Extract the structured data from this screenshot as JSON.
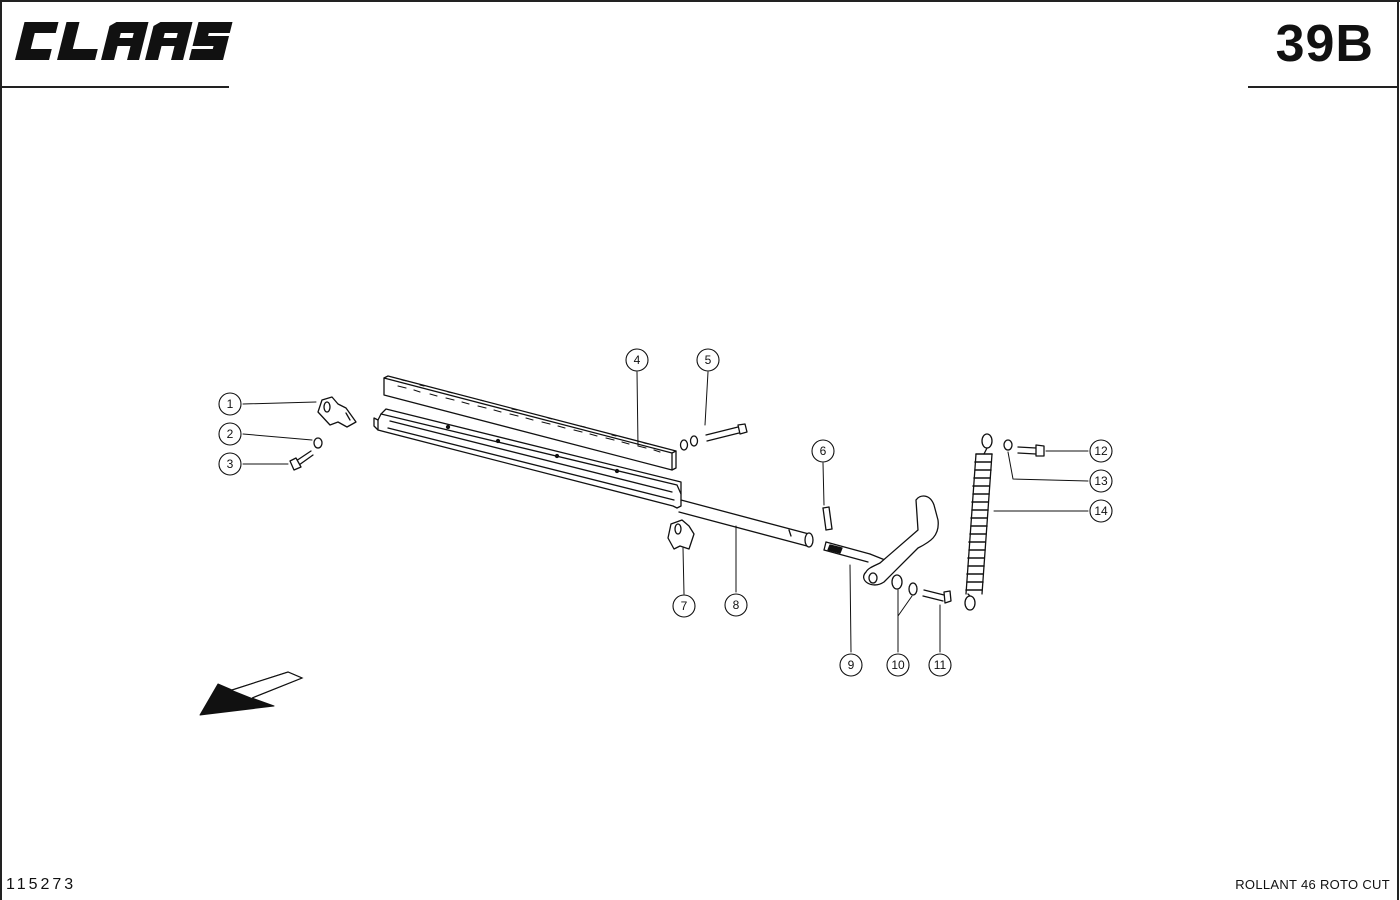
{
  "header": {
    "brand": "CLAAS",
    "page_number": "39B"
  },
  "footer": {
    "drawing_number": "115273",
    "model_name": "ROLLANT 46 ROTO CUT"
  },
  "diagram": {
    "callouts": [
      "1",
      "2",
      "3",
      "4",
      "5",
      "6",
      "7",
      "8",
      "9",
      "10",
      "11",
      "12",
      "13",
      "14"
    ],
    "icons": {
      "direction": "direction-arrow-icon"
    }
  },
  "colors": {
    "ink": "#111111",
    "paper": "#ffffff"
  }
}
